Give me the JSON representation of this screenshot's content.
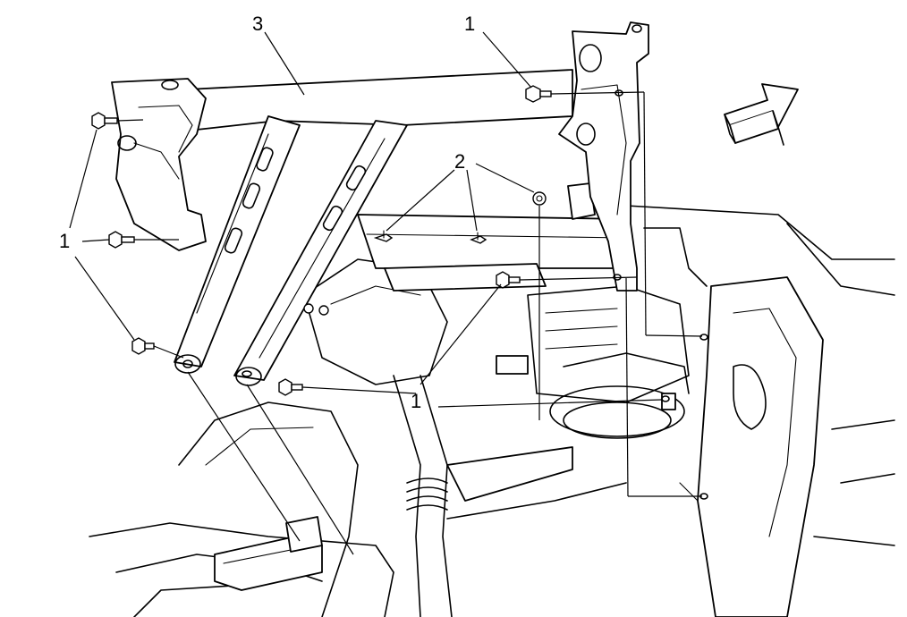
{
  "callouts": {
    "bolt_top": "1",
    "bolt_left": "1",
    "bolt_bottom": "1",
    "nuts": "2",
    "bracket": "3"
  },
  "colors": {
    "line": "#000000",
    "background": "#ffffff"
  },
  "icons": {
    "direction": "forward-arrow-icon"
  }
}
